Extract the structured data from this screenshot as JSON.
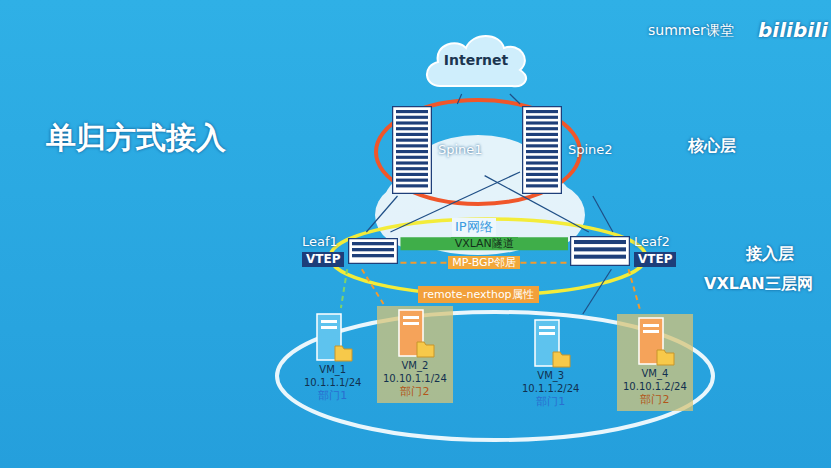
{
  "diagram": {
    "title": "单归方式接入",
    "nodes": [
      {
        "text": [
          "Internet"
        ]
      },
      {
        "text": [
          "Spine1"
        ]
      },
      {
        "text": [
          "Spine2"
        ]
      },
      {
        "text": [
          "Leaf1",
          "VTEP"
        ]
      },
      {
        "text": [
          "Leaf2",
          "VTEP"
        ]
      },
      {
        "text": [
          "VM_1",
          "10.1.1.1/24",
          "部门1"
        ]
      },
      {
        "text": [
          "VM_2",
          "10.10.1.1/24",
          "部门2"
        ]
      },
      {
        "text": [
          "VM_3",
          "10.1.1.2/24",
          "部门1"
        ]
      },
      {
        "text": [
          "VM_4",
          "10.10.1.2/24",
          "部门2"
        ]
      }
    ],
    "edges": [
      {
        "from": 0,
        "to": 1,
        "arrow": "none"
      },
      {
        "from": 0,
        "to": 2,
        "arrow": "none"
      },
      {
        "from": 1,
        "to": 3,
        "arrow": "none"
      },
      {
        "from": 1,
        "to": 4,
        "arrow": "none"
      },
      {
        "from": 2,
        "to": 3,
        "arrow": "none"
      },
      {
        "from": 2,
        "to": 4,
        "arrow": "none"
      },
      {
        "from": 3,
        "to": 4,
        "label": "VXLAN隧道",
        "arrow": "none"
      },
      {
        "from": 3,
        "to": 4,
        "label": "MP-BGP邻居",
        "arrow": "none"
      },
      {
        "from": 3,
        "to": 5,
        "arrow": "none"
      },
      {
        "from": 3,
        "to": 6,
        "arrow": "none"
      },
      {
        "from": 4,
        "to": 7,
        "arrow": "none"
      },
      {
        "from": 4,
        "to": 8,
        "arrow": "none"
      }
    ],
    "labels": [
      "summer课堂",
      "bilibili",
      "核心层",
      "接入层",
      "VXLAN三层网",
      "IP网络",
      "remote-nexthop属性"
    ]
  }
}
